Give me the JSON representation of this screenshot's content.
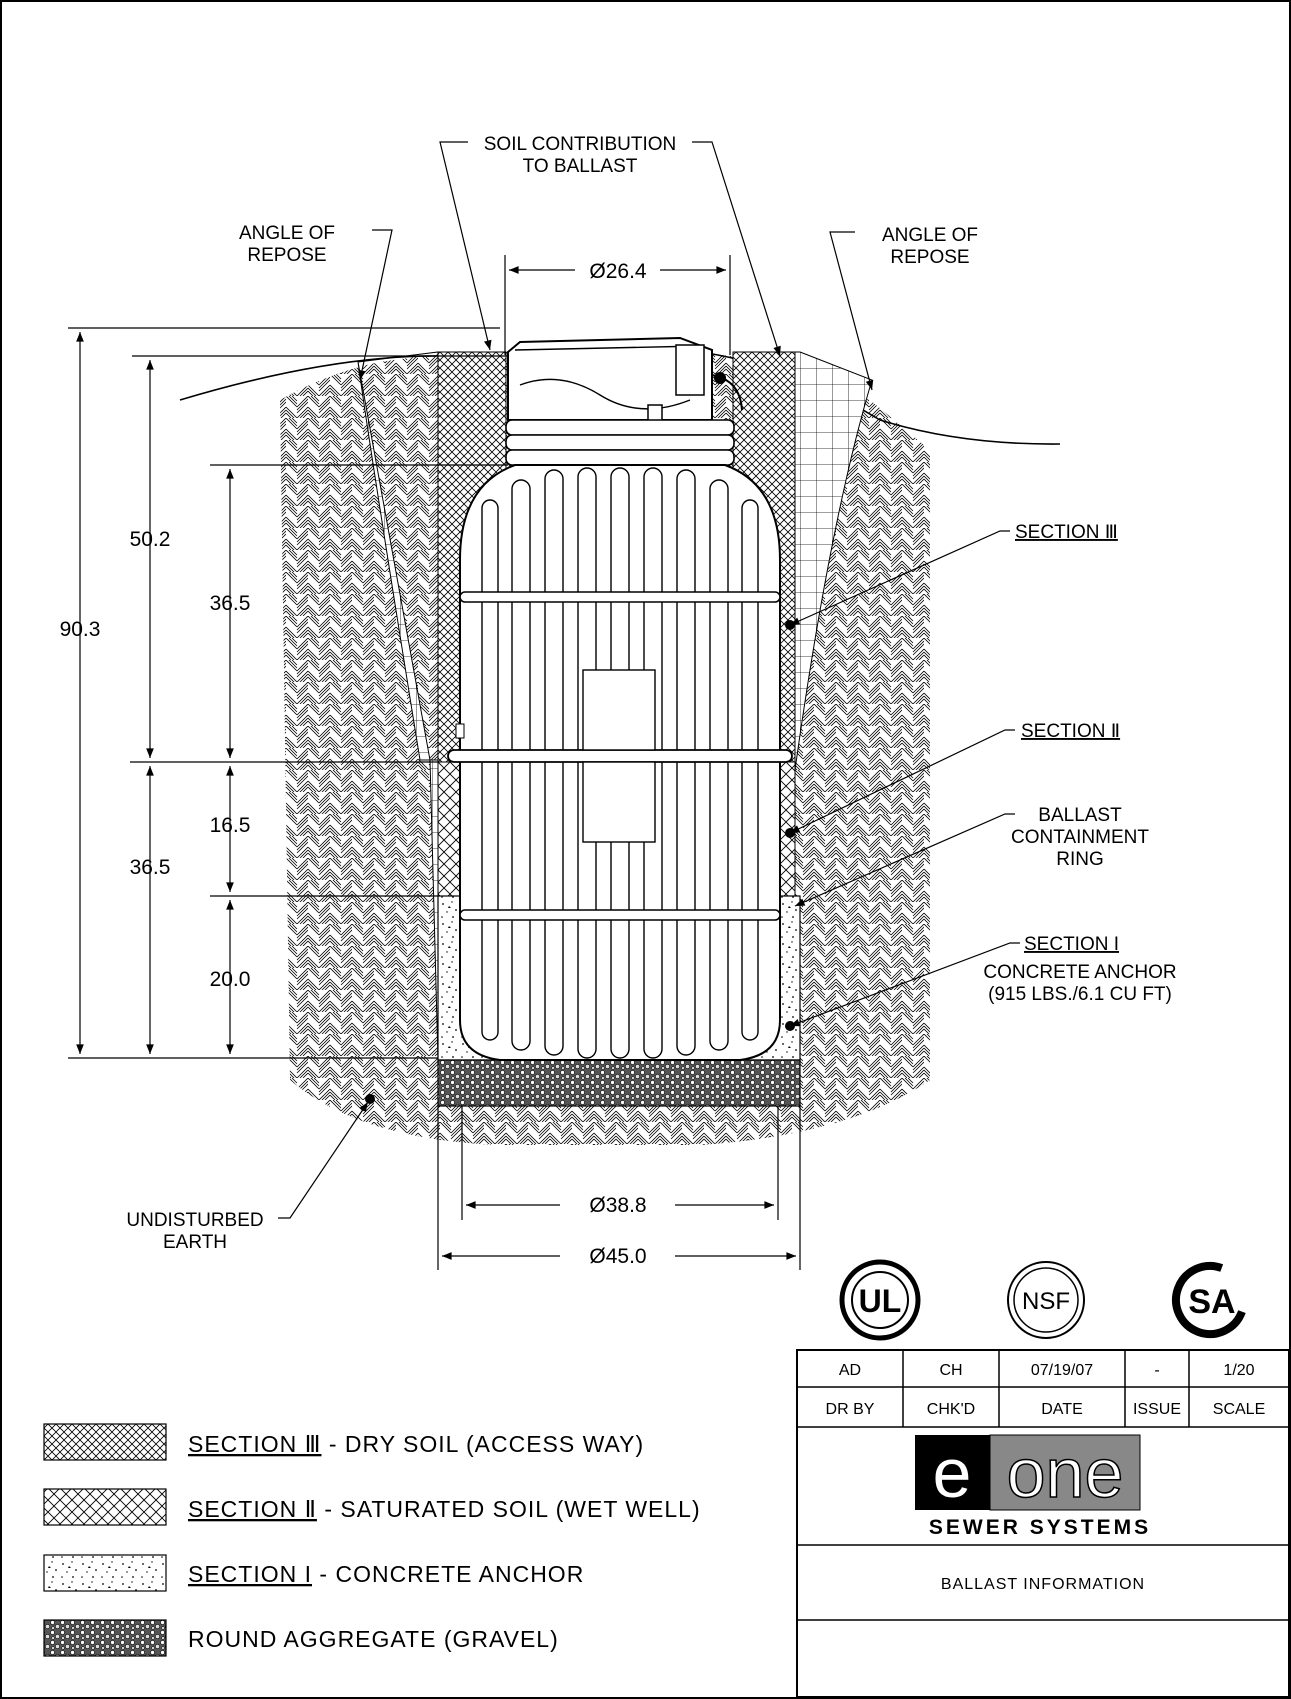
{
  "callouts": {
    "soil_contribution_1": "SOIL CONTRIBUTION",
    "soil_contribution_2": "TO BALLAST",
    "angle_repose_1": "ANGLE OF",
    "angle_repose_2": "REPOSE",
    "section_3": "SECTION Ⅲ",
    "section_2": "SECTION Ⅱ",
    "ballast_ring_1": "BALLAST",
    "ballast_ring_2": "CONTAINMENT",
    "ballast_ring_3": "RING",
    "section_1": "SECTION I",
    "concrete_anchor_1": "CONCRETE ANCHOR",
    "concrete_anchor_2": "(915 LBS./6.1 CU FT)",
    "undisturbed_1": "UNDISTURBED",
    "undisturbed_2": "EARTH"
  },
  "dimensions": {
    "top_diameter": "Ø26.4",
    "total_height": "90.3",
    "upper_height": "50.2",
    "lower_height": "36.5",
    "tank_upper": "36.5",
    "tank_mid": "16.5",
    "anchor_height": "20.0",
    "inner_diameter": "Ø38.8",
    "outer_diameter": "Ø45.0"
  },
  "certifications": {
    "ul": "UL",
    "nsf": "NSF",
    "csa": "SA"
  },
  "title_block": {
    "values": [
      "AD",
      "CH",
      "07/19/07",
      "-",
      "1/20"
    ],
    "headers": [
      "DR BY",
      "CHK'D",
      "DATE",
      "ISSUE",
      "SCALE"
    ],
    "logo_e": "e",
    "logo_one": "one",
    "company": "SEWER SYSTEMS",
    "drawing_title": "BALLAST INFORMATION"
  },
  "legend": {
    "items": [
      {
        "section": "SECTION Ⅲ",
        "desc": " - DRY SOIL (ACCESS WAY)"
      },
      {
        "section": "SECTION Ⅱ",
        "desc": " - SATURATED SOIL (WET WELL)"
      },
      {
        "section": "SECTION I",
        "desc": " - CONCRETE ANCHOR"
      },
      {
        "section": "",
        "desc": "ROUND AGGREGATE (GRAVEL)"
      }
    ]
  }
}
